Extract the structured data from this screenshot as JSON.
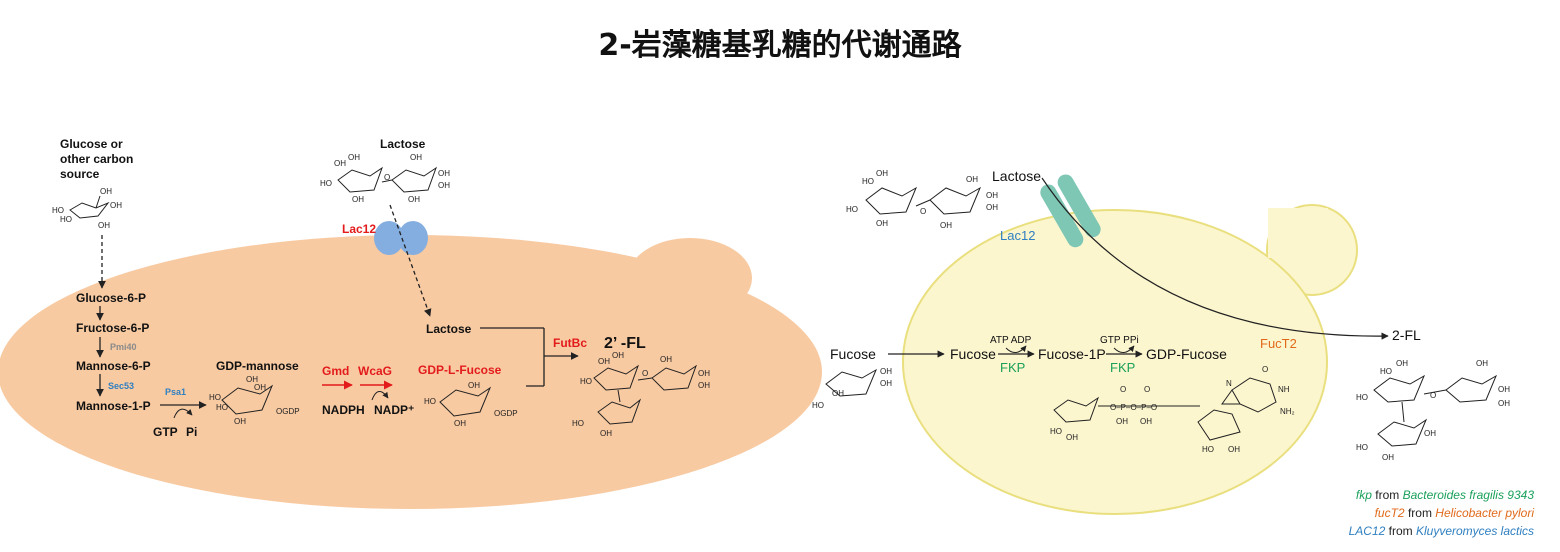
{
  "title": "2-岩藻糖基乳糖的代谢通路",
  "left_panel": {
    "glucose_source": [
      "Glucose or",
      "other carbon",
      "source"
    ],
    "lactose_top": "Lactose",
    "lac12": "Lac12",
    "glucose6p": "Glucose-6-P",
    "fructose6p": "Fructose-6-P",
    "pmi40": "Pmi40",
    "mannose6p": "Mannose-6-P",
    "sec53": "Sec53",
    "mannose1p": "Mannose-1-P",
    "psa1": "Psa1",
    "gtp": "GTP",
    "pi": "Pi",
    "gdp_mannose": "GDP-mannose",
    "gmd": "Gmd",
    "wcag": "WcaG",
    "nadph": "NADPH",
    "nadp": "NADP⁺",
    "gdp_l_fucose": "GDP-L-Fucose",
    "lactose_in": "Lactose",
    "futbc": "FutBc",
    "product": "2’ -FL"
  },
  "right_panel": {
    "lactose": "Lactose",
    "lac12": "Lac12",
    "fucose_out": "Fucose",
    "fucose_in": "Fucose",
    "atp_adp": "ATP ADP",
    "fkp1": "FKP",
    "fucose1p": "Fucose-1P",
    "gtp_ppi": "GTP PPi",
    "fkp2": "FKP",
    "gdp_fucose": "GDP-Fucose",
    "fuct2": "FucT2",
    "product": "2-FL"
  },
  "legend": [
    {
      "gene": "fkp",
      "text": " from ",
      "organism": "Bacteroides fragilis 9343",
      "color": "#1aa05a"
    },
    {
      "gene": "fucT2",
      "text": " from ",
      "organism": "Helicobacter pylori",
      "color": "#e06a1a"
    },
    {
      "gene": "LAC12",
      "text": " from ",
      "organism": "Kluyveromyces lactics",
      "color": "#2f7fc1"
    }
  ],
  "colors": {
    "left_cell": "#f8caa2",
    "right_cell": "#fcf6cf",
    "right_cell_border": "#e9df7f",
    "lac12_left": "#84aee0",
    "lac12_right": "#7ec7b4"
  }
}
